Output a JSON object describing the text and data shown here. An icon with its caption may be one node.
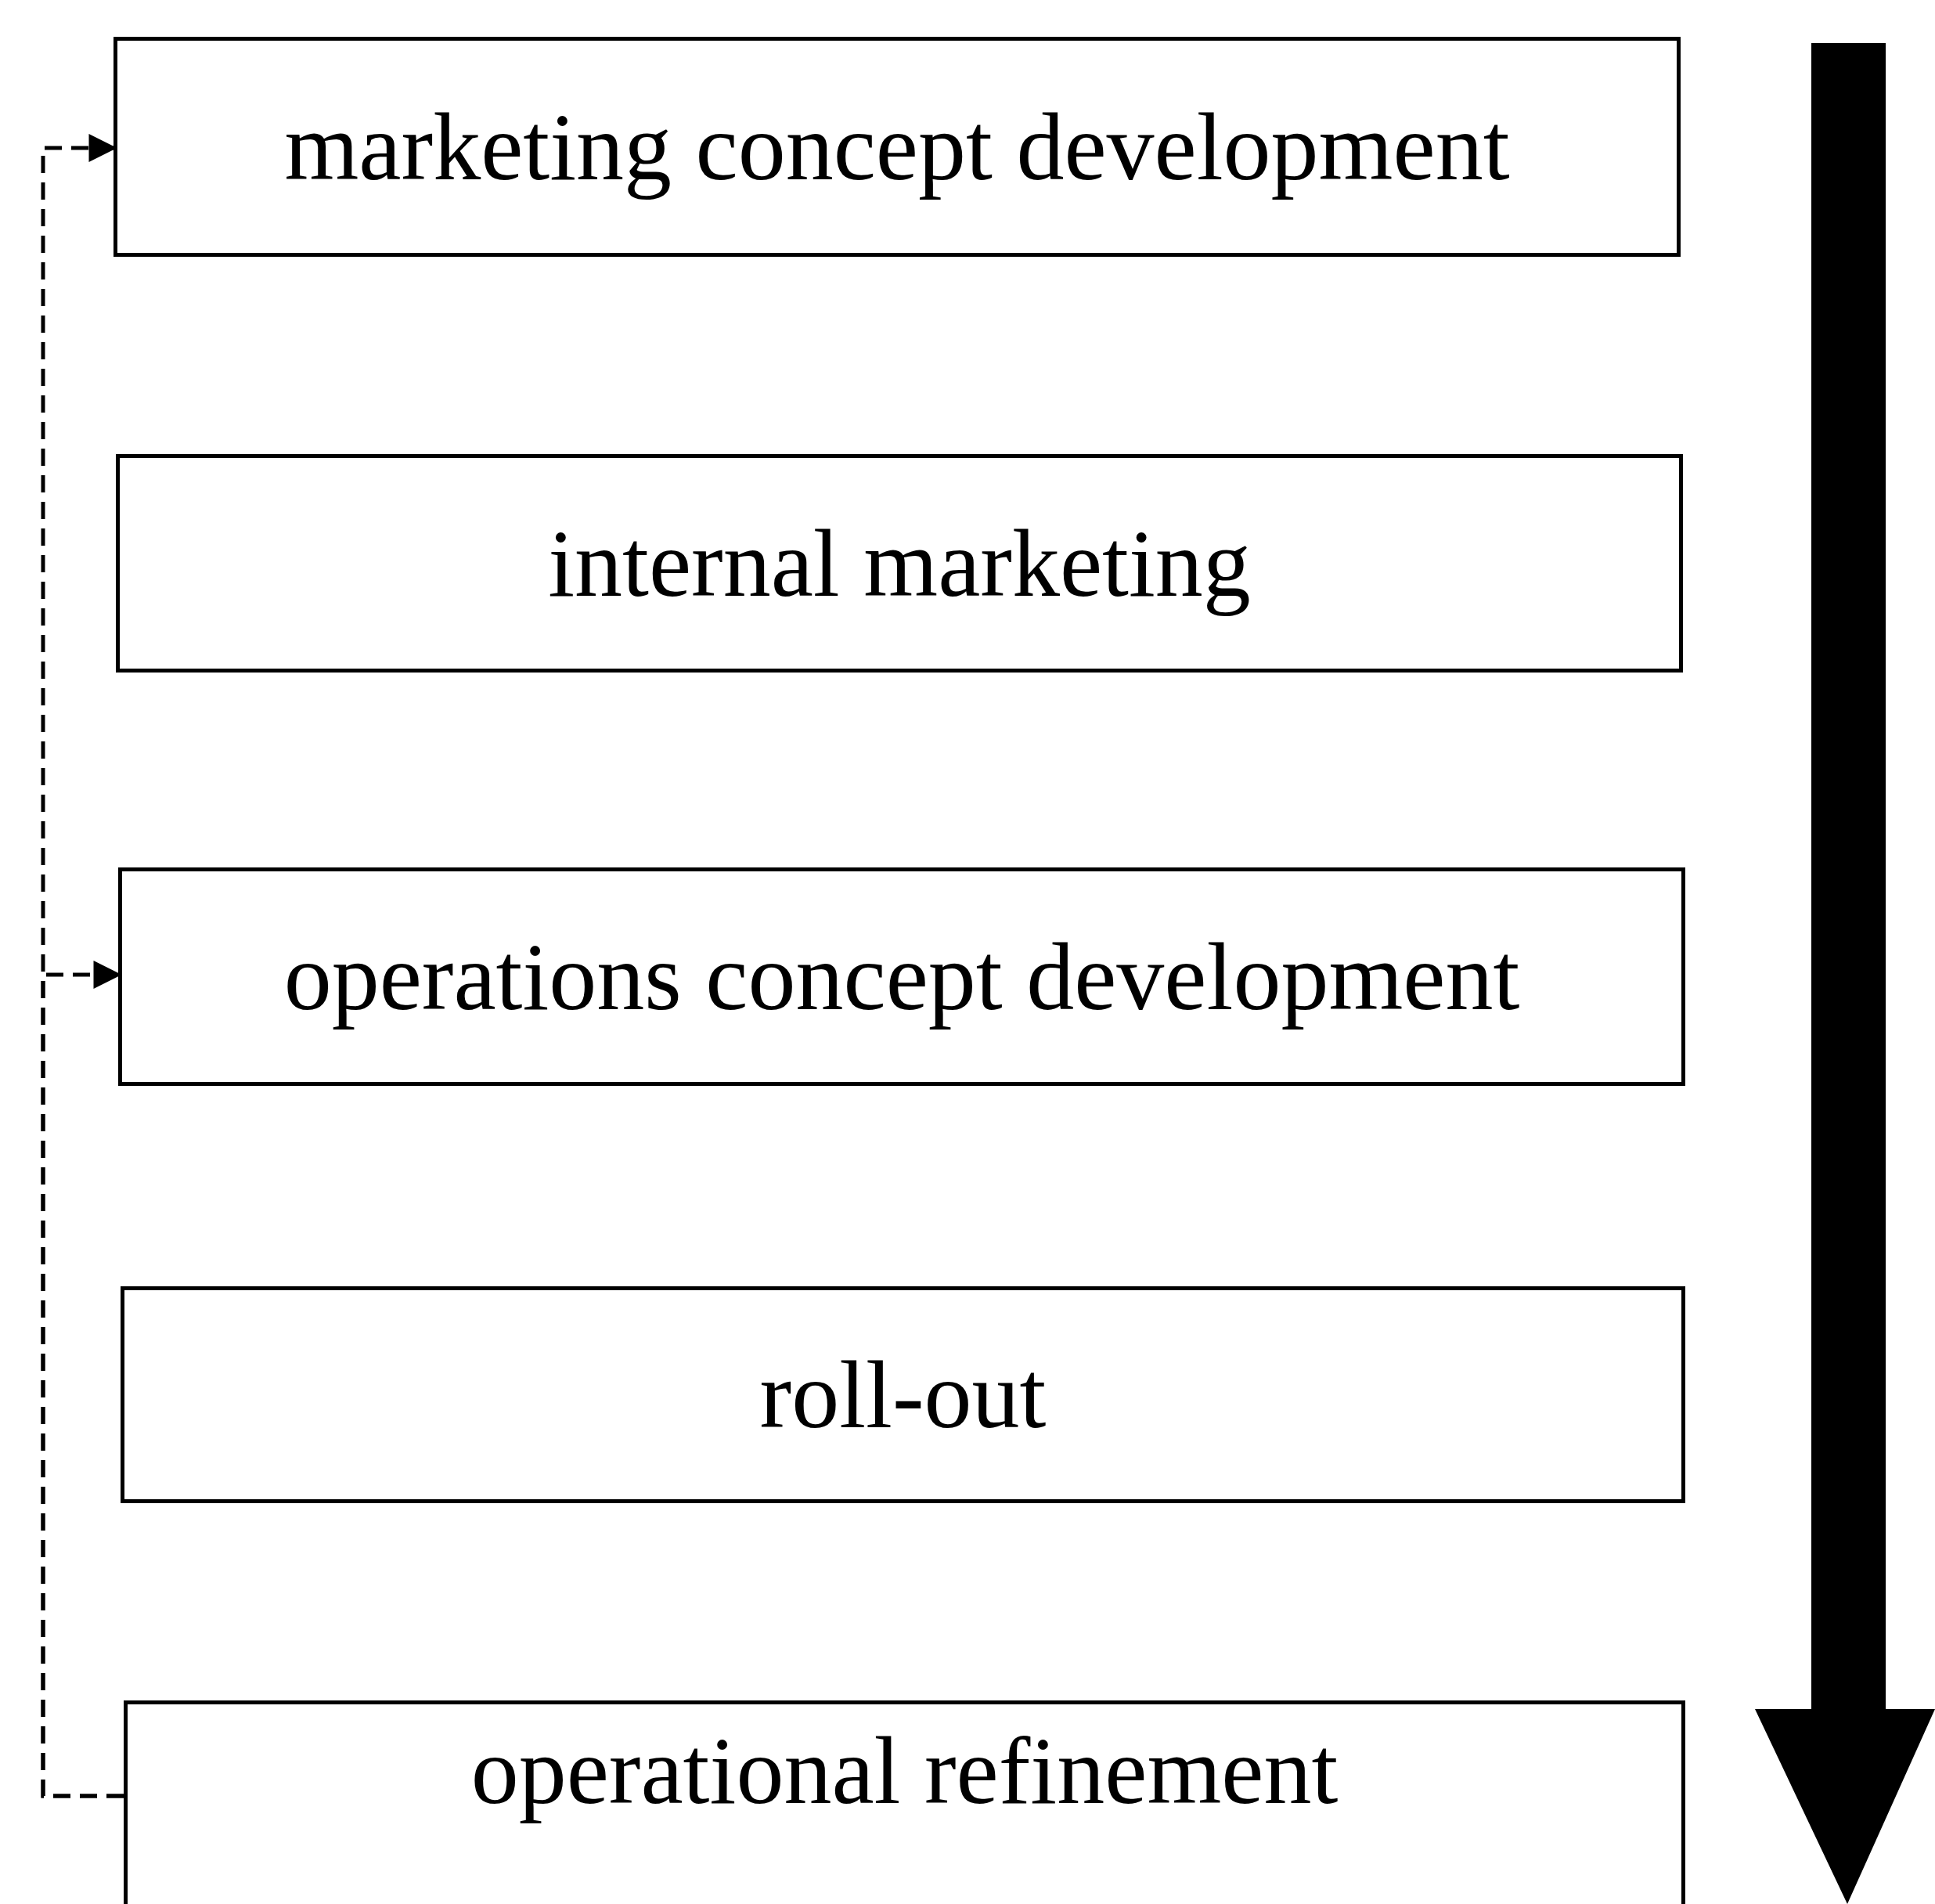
{
  "diagram": {
    "nodes": [
      {
        "text": [
          "marketing concept development"
        ]
      },
      {
        "text": [
          "internal marketing"
        ]
      },
      {
        "text": [
          "operations concept development"
        ]
      },
      {
        "text": [
          "roll-out"
        ]
      },
      {
        "text": [
          "operational refinement"
        ]
      }
    ],
    "edges": [
      {
        "from": 4,
        "to": 0,
        "arrow": "to",
        "style": "dashed"
      },
      {
        "from": 4,
        "to": 2,
        "arrow": "to",
        "style": "dashed"
      }
    ]
  }
}
